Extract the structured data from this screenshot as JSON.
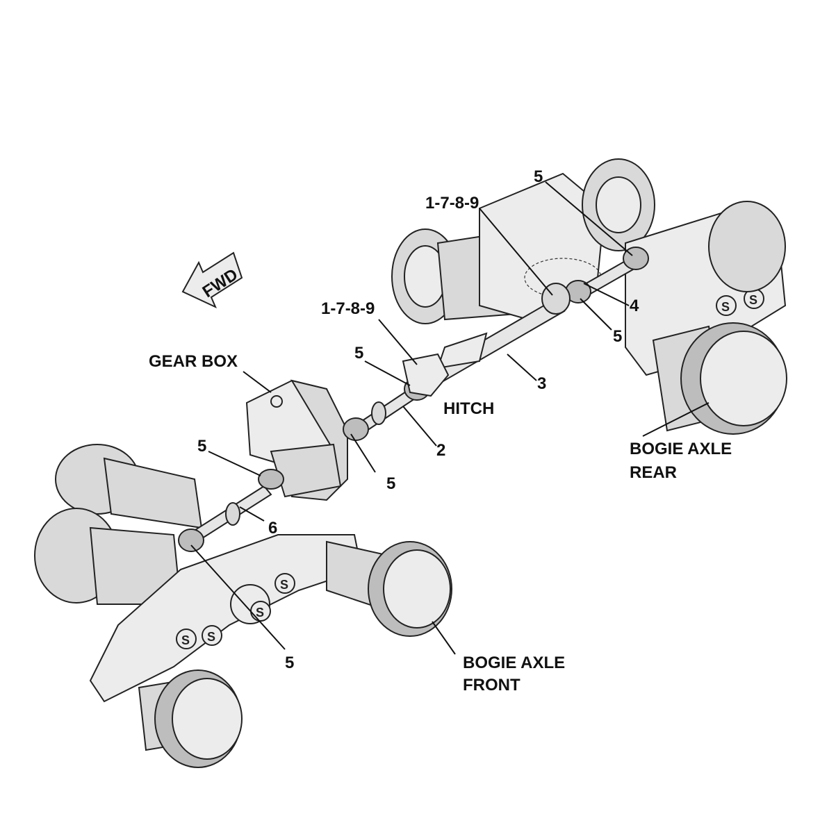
{
  "labels": {
    "fwd": "FWD",
    "gear_box": "GEAR BOX",
    "hitch": "HITCH",
    "bogie_rear_line1": "BOGIE AXLE",
    "bogie_rear_line2": "REAR",
    "bogie_front_line1": "BOGIE AXLE",
    "bogie_front_line2": "FRONT"
  },
  "callouts": {
    "c_1789_top": "1-7-8-9",
    "c_1789_mid": "1-7-8-9",
    "c_5_top": "5",
    "c_5_rear_lower": "5",
    "c_5_hitch": "5",
    "c_5_gearbox_right": "5",
    "c_5_gearbox_left": "5",
    "c_5_front": "5",
    "c_2": "2",
    "c_3": "3",
    "c_4": "4",
    "c_6": "6"
  },
  "colors": {
    "line": "#111111",
    "fill": "#d9d9d9",
    "background": "#ffffff"
  }
}
